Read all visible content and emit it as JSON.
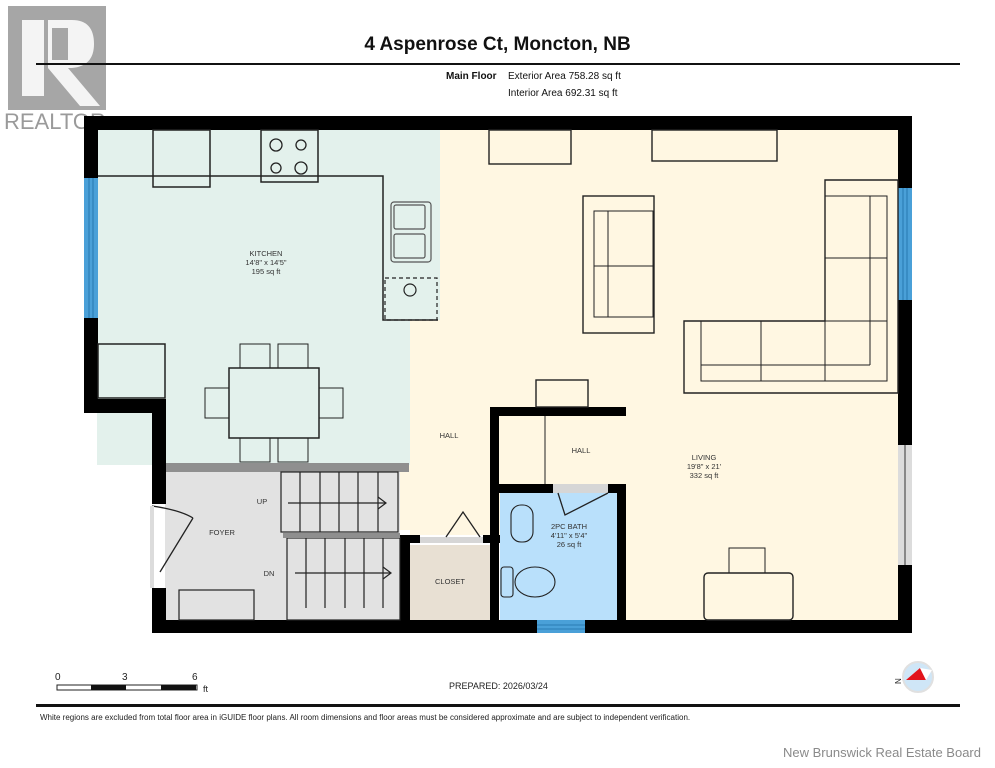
{
  "logo": {
    "brand": "REALTOR",
    "registered": "®"
  },
  "header": {
    "title": "4 Aspenrose Ct, Moncton, NB",
    "floor_label": "Main Floor",
    "exterior_area": "Exterior Area 758.28 sq ft",
    "interior_area": "Interior Area 692.31 sq ft"
  },
  "colors": {
    "kitchen": "#e3f1ec",
    "living": "#fff7e2",
    "foyer": "#e2e2e2",
    "closet": "#e8e0d3",
    "bath": "#b9e0fb",
    "wall": "#000000",
    "window": "#4aa0d8",
    "compass_arrow": "#e2141c",
    "compass_disc": "#cfe6f7"
  },
  "rooms": {
    "kitchen": {
      "name": "KITCHEN",
      "dims": "14'8\" x 14'5\"",
      "area": "195 sq ft"
    },
    "living": {
      "name": "LIVING",
      "dims": "19'8\" x 21'",
      "area": "332 sq ft"
    },
    "bath": {
      "name": "2PC BATH",
      "dims": "4'11\" x 5'4\"",
      "area": "26 sq ft"
    },
    "hall_1": {
      "name": "HALL"
    },
    "hall_2": {
      "name": "HALL"
    },
    "foyer": {
      "name": "FOYER"
    },
    "closet": {
      "name": "CLOSET"
    },
    "stairs_up": {
      "name": "UP"
    },
    "stairs_down": {
      "name": "DN"
    }
  },
  "scale": {
    "ticks": [
      "0",
      "3",
      "6"
    ],
    "unit": "ft"
  },
  "prepared": "PREPARED: 2026/03/24",
  "compass": {
    "label": "N"
  },
  "disclaimer": "White regions are excluded from total floor area in iGUIDE floor plans. All room dimensions and floor areas must be considered approximate and are subject to independent verification.",
  "footer": {
    "board": "New Brunswick Real Estate Board"
  }
}
